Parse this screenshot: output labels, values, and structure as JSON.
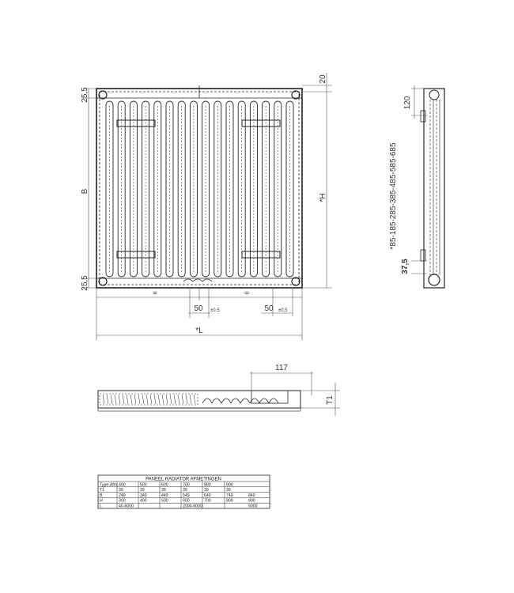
{
  "front_view": {
    "dim_top": "25,5",
    "dim_bottom": "25,5",
    "dim_height_b": "B",
    "dim_height_h": "*H",
    "dim_width_l": "*L",
    "dim_right_top": "20",
    "eq_left": "=",
    "eq_right": "=",
    "dim_50_left": "50",
    "dim_50_right": "50",
    "tol_left": "±0,5",
    "tol_right": "±0,5"
  },
  "side_view": {
    "dim_120": "120",
    "dim_positions": "*85-185-285-385-485-585-685",
    "dim_375": "37,5"
  },
  "top_view": {
    "dim_117": "117",
    "dim_t1": "T1"
  },
  "table": {
    "title": "PANEEL RADIATOR AFMETINGEN",
    "header": [
      "Type-Afm.",
      "400",
      "500",
      "600",
      "700",
      "800",
      "900"
    ],
    "rows": [
      [
        "T1",
        "39",
        "39",
        "39",
        "39",
        "39",
        "39"
      ],
      [
        "B",
        "249",
        "349",
        "449",
        "549",
        "649",
        "749",
        "849"
      ],
      [
        "H",
        "300",
        "400",
        "500",
        "600",
        "700",
        "800",
        "900"
      ],
      [
        "L",
        "40-6000",
        "",
        "",
        "2000-6000",
        "",
        "",
        "6000"
      ]
    ]
  }
}
